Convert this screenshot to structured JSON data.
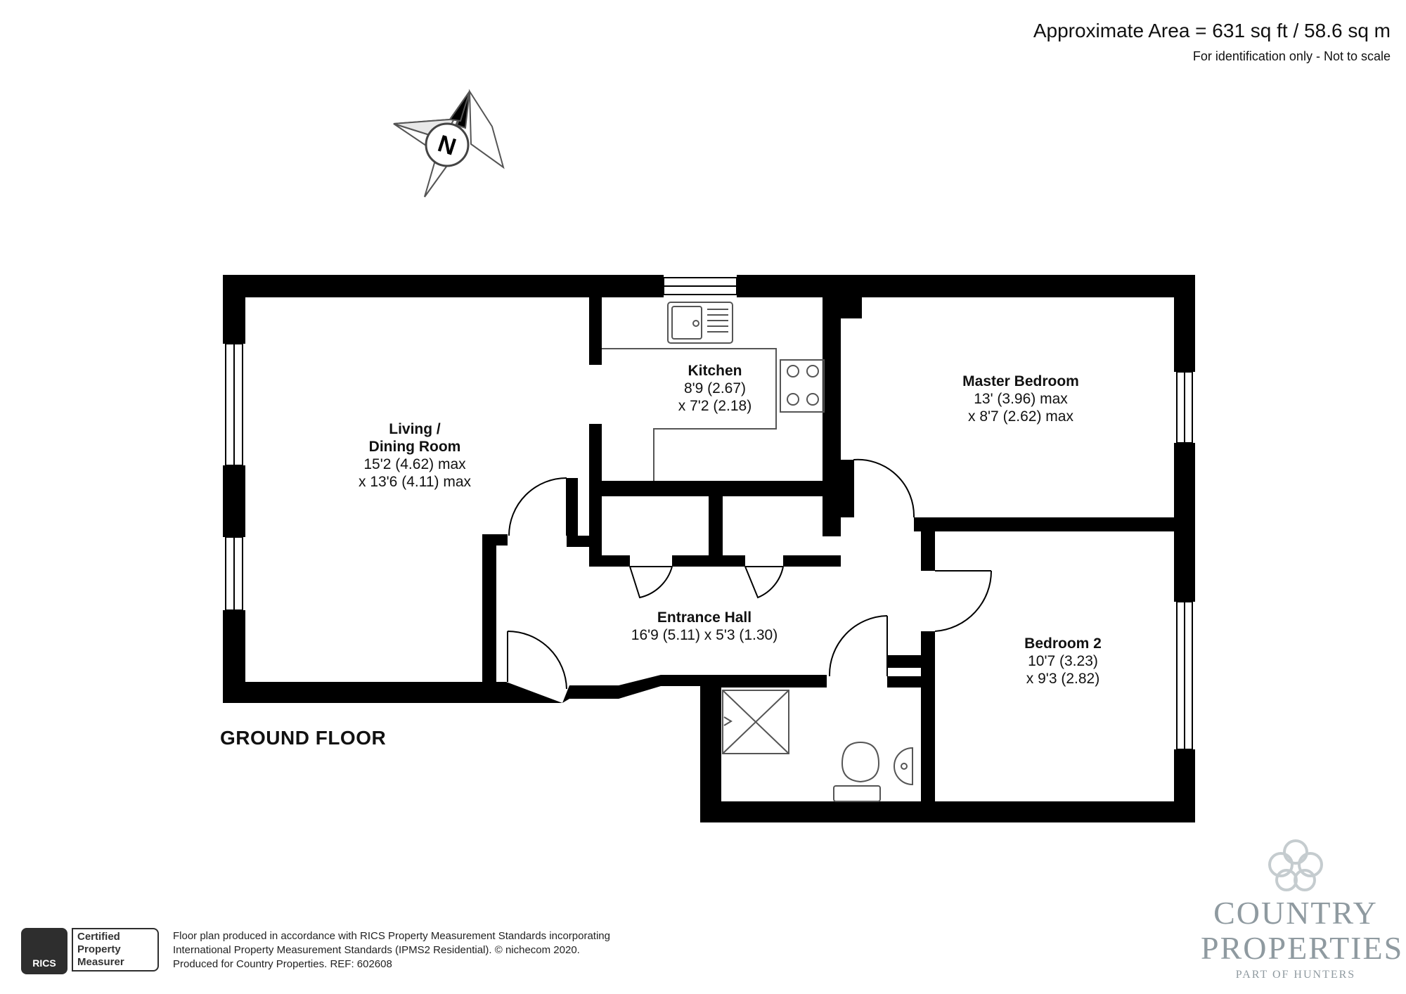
{
  "header": {
    "area": "Approximate Area = 631 sq ft / 58.6 sq m",
    "note": "For identification only - Not to scale"
  },
  "compass": {
    "letter": "N"
  },
  "rooms": {
    "living": {
      "name": "Living /",
      "name2": "Dining Room",
      "dim1": "15'2 (4.62) max",
      "dim2": "x 13'6 (4.11) max"
    },
    "kitchen": {
      "name": "Kitchen",
      "dim1": "8'9 (2.67)",
      "dim2": "x 7'2 (2.18)"
    },
    "master": {
      "name": "Master Bedroom",
      "dim1": "13' (3.96) max",
      "dim2": "x 8'7 (2.62) max"
    },
    "hall": {
      "name": "Entrance Hall",
      "dim1": "16'9 (5.11) x 5'3 (1.30)"
    },
    "bed2": {
      "name": "Bedroom 2",
      "dim1": "10'7 (3.23)",
      "dim2": "x 9'3 (2.82)"
    }
  },
  "floor_label": "GROUND FLOOR",
  "rics_badge": {
    "logo": "RICS",
    "line1": "Certified",
    "line2": "Property",
    "line3": "Measurer"
  },
  "footnote": {
    "line1": "Floor plan produced in accordance with RICS Property Measurement Standards incorporating",
    "line2": "International Property Measurement Standards (IPMS2 Residential).   © nichecom 2020.",
    "line3": "Produced for Country Properties.   REF: 602608"
  },
  "brand": {
    "line1": "COUNTRY",
    "line2": "PROPERTIES",
    "line3": "PART OF HUNTERS"
  },
  "colors": {
    "wall": "#000000",
    "fixture": "#555555",
    "brand": "#8f9aa0"
  }
}
